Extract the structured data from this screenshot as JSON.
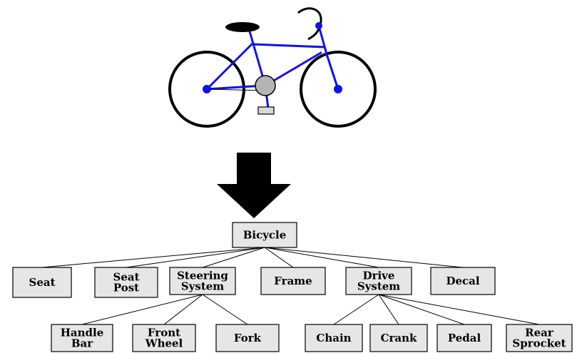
{
  "colors": {
    "frame": "#1010ee",
    "tire": "#000000",
    "chainring": "#b4b4b4",
    "box_fill": "#e6e6e6",
    "arrow": "#000000"
  },
  "illustration": {
    "name": "bicycle-illustration"
  },
  "arrow": {
    "name": "down-arrow",
    "direction": "down"
  },
  "tree": {
    "root": "bicycle",
    "nodes": {
      "bicycle": {
        "lines": [
          "Bicycle"
        ]
      },
      "seat": {
        "lines": [
          "Seat"
        ]
      },
      "seat_post": {
        "lines": [
          "Seat",
          "Post"
        ]
      },
      "steering": {
        "lines": [
          "Steering",
          "System"
        ]
      },
      "frame": {
        "lines": [
          "Frame"
        ]
      },
      "drive": {
        "lines": [
          "Drive",
          "System"
        ]
      },
      "decal": {
        "lines": [
          "Decal"
        ]
      },
      "handle_bar": {
        "lines": [
          "Handle",
          "Bar"
        ]
      },
      "front_wheel": {
        "lines": [
          "Front",
          "Wheel"
        ]
      },
      "fork": {
        "lines": [
          "Fork"
        ]
      },
      "chain": {
        "lines": [
          "Chain"
        ]
      },
      "crank": {
        "lines": [
          "Crank"
        ]
      },
      "pedal": {
        "lines": [
          "Pedal"
        ]
      },
      "rear_sprocket": {
        "lines": [
          "Rear",
          "Sprocket"
        ]
      }
    },
    "edges": [
      [
        "bicycle",
        "seat"
      ],
      [
        "bicycle",
        "seat_post"
      ],
      [
        "bicycle",
        "steering"
      ],
      [
        "bicycle",
        "frame"
      ],
      [
        "bicycle",
        "drive"
      ],
      [
        "bicycle",
        "decal"
      ],
      [
        "steering",
        "handle_bar"
      ],
      [
        "steering",
        "front_wheel"
      ],
      [
        "steering",
        "fork"
      ],
      [
        "drive",
        "chain"
      ],
      [
        "drive",
        "crank"
      ],
      [
        "drive",
        "pedal"
      ],
      [
        "drive",
        "rear_sprocket"
      ]
    ]
  }
}
